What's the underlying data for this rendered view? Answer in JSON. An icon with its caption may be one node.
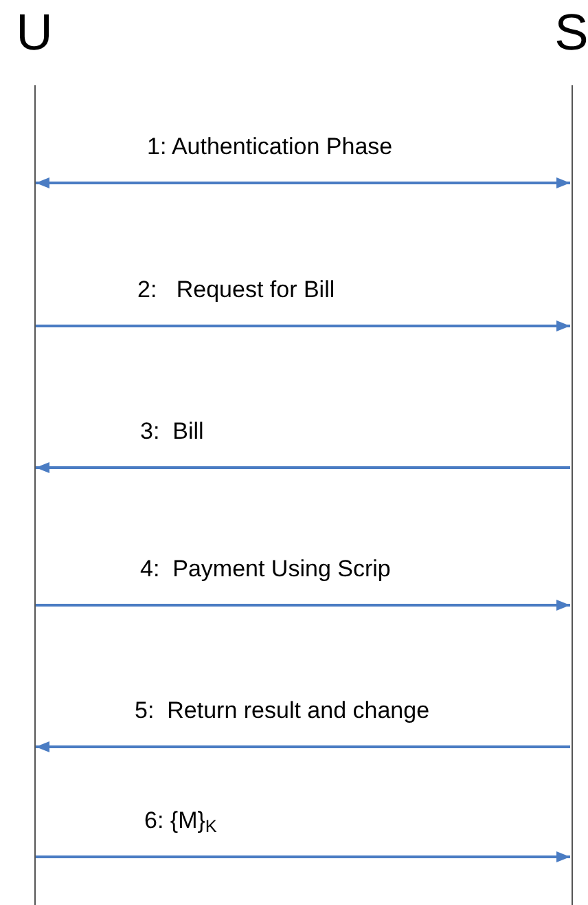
{
  "diagram": {
    "nodes": [
      {
        "text": [
          "U"
        ]
      },
      {
        "text": [
          "S"
        ]
      }
    ],
    "edges": [
      {
        "from": 0,
        "to": 1,
        "arrow": "both",
        "label": "1: Authentication Phase"
      },
      {
        "from": 0,
        "to": 1,
        "arrow": "to",
        "label": "2:   Request for Bill"
      },
      {
        "from": 1,
        "to": 0,
        "arrow": "to",
        "label": "3:  Bill"
      },
      {
        "from": 0,
        "to": 1,
        "arrow": "to",
        "label": "4:  Payment Using Scrip"
      },
      {
        "from": 1,
        "to": 0,
        "arrow": "to",
        "label": "5:  Return result and change"
      },
      {
        "from": 0,
        "to": 1,
        "arrow": "to",
        "label": "6: {M}$_{K}$"
      }
    ]
  }
}
